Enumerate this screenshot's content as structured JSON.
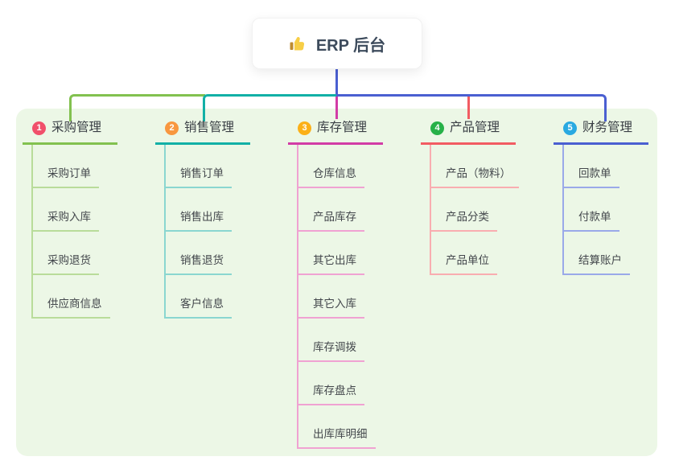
{
  "root": {
    "label": "ERP 后台",
    "icon": "thumbs-up-icon"
  },
  "canvas": {
    "background": "#ffffff",
    "panel_background": "#ecf7e6",
    "stem_color": "#4a5fd1"
  },
  "branches": [
    {
      "number": "1",
      "title": "采购管理",
      "badge_color": "#f1506b",
      "line_color": "#82c14f",
      "child_line_color": "#b9dc9a",
      "children": [
        "采购订单",
        "采购入库",
        "采购退货",
        "供应商信息"
      ]
    },
    {
      "number": "2",
      "title": "销售管理",
      "badge_color": "#f8973f",
      "line_color": "#12b0a6",
      "child_line_color": "#8ad6d0",
      "children": [
        "销售订单",
        "销售出库",
        "销售退货",
        "客户信息"
      ]
    },
    {
      "number": "3",
      "title": "库存管理",
      "badge_color": "#fbb018",
      "line_color": "#d23ca6",
      "child_line_color": "#f0a2d2",
      "children": [
        "仓库信息",
        "产品库存",
        "其它出库",
        "其它入库",
        "库存调拨",
        "库存盘点",
        "出库库明细"
      ]
    },
    {
      "number": "4",
      "title": "产品管理",
      "badge_color": "#27b148",
      "line_color": "#f25c62",
      "child_line_color": "#f9adb0",
      "children": [
        "产品（物料）",
        "产品分类",
        "产品单位"
      ]
    },
    {
      "number": "5",
      "title": "财务管理",
      "badge_color": "#29a9e1",
      "line_color": "#4a5fd1",
      "child_line_color": "#9aa9e9",
      "children": [
        "回款单",
        "付款单",
        "结算账户"
      ]
    }
  ]
}
